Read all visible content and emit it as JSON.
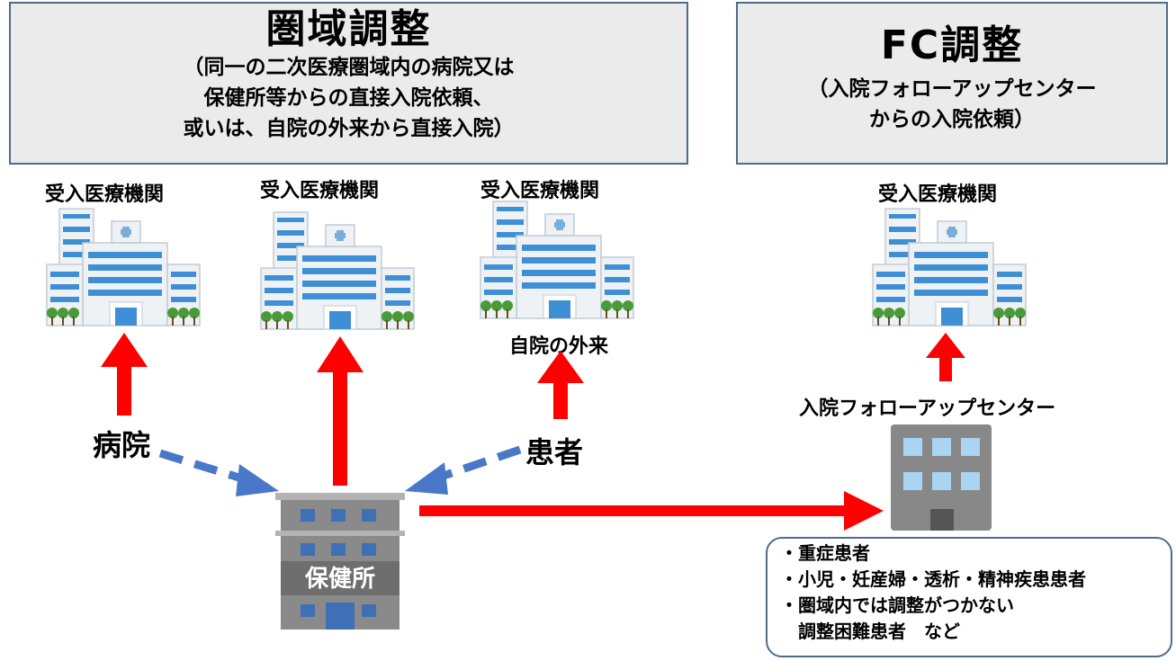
{
  "left_panel": {
    "title": "圏域調整",
    "subtitle_lines": [
      "（同一の二次医療圏域内の病院又は",
      "保健所等からの直接入院依頼、",
      "或いは、自院の外来から直接入院）"
    ]
  },
  "right_panel": {
    "title": "FC調整",
    "subtitle_lines": [
      "（入院フォローアップセンター",
      "からの入院依頼）"
    ]
  },
  "hospital_labels": [
    "受入医療機関",
    "受入医療機関",
    "受入医療機関",
    "受入医療機関"
  ],
  "outpatient_label": "自院の外来",
  "hospital_source_label": "病院",
  "patient_source_label": "患者",
  "followup_center_label": "入院フォローアップセンター",
  "health_center_sign": "保健所",
  "notes": [
    "・重症患者",
    "・小児・妊産婦・透析・精神疾患患者",
    "・圏域内では調整がつかない",
    "　調整困難患者　など"
  ],
  "colors": {
    "panel_bg": "#ebebeb",
    "panel_border": "#4f6b8c",
    "red_arrow": "#ff0000",
    "blue_arrow": "#4a78c9",
    "hospital_blue": "#3f8fd6",
    "hospital_wall": "#eef2f5",
    "tree_green": "#4a9a3a",
    "center_building": "#888888",
    "health_center_building": "#8a8a8a"
  }
}
